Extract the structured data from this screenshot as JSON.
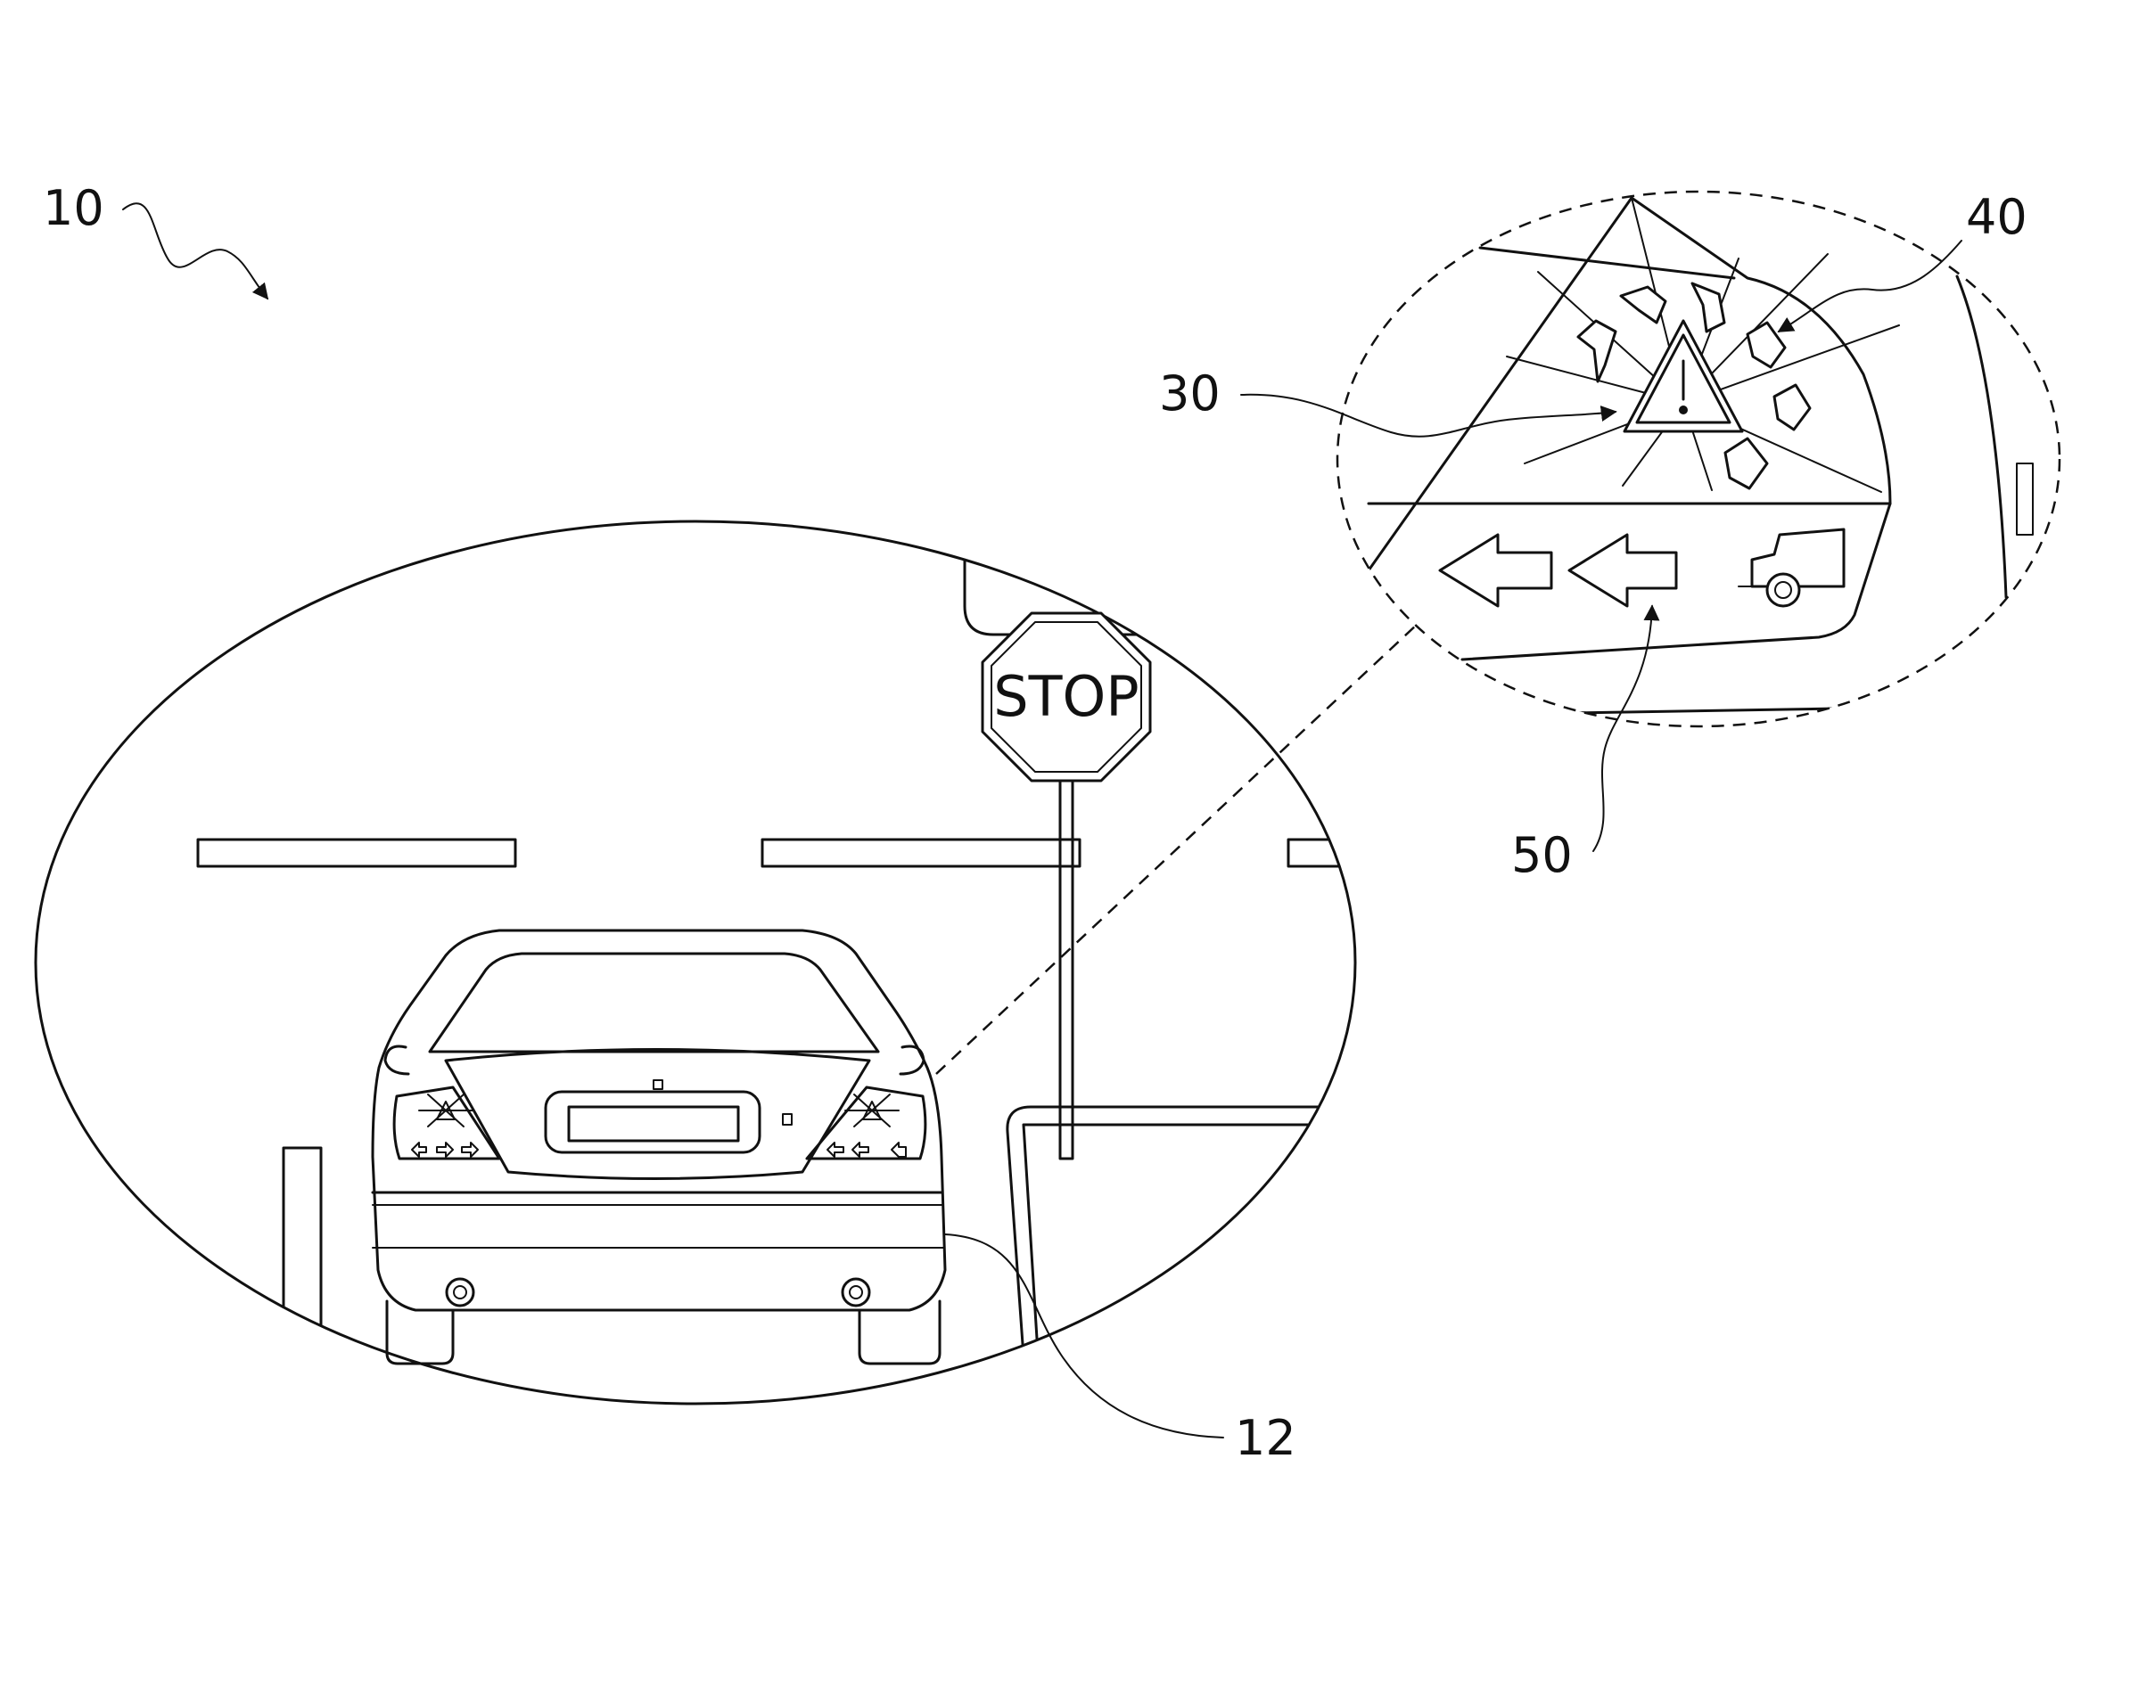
{
  "labels": {
    "system": "10",
    "vehicle": "12",
    "hazard_symbol": "30",
    "light_pattern": "40",
    "direction_indicator": "50"
  },
  "sign": {
    "text": "STOP"
  },
  "colors": {
    "line": "#111111",
    "background": "#ffffff"
  }
}
